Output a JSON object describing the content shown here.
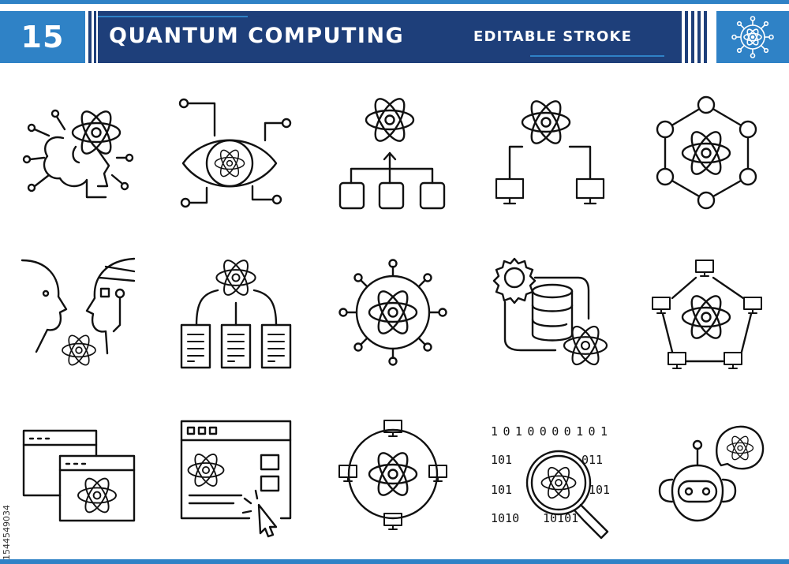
{
  "header": {
    "count": "15",
    "title": "QUANTUM COMPUTING",
    "subtitle": "EDITABLE STROKE"
  },
  "icons": [
    {
      "name": "ai-brain-atom-icon"
    },
    {
      "name": "eye-atom-circuit-icon"
    },
    {
      "name": "atom-hierarchy-icon"
    },
    {
      "name": "atom-network-monitors-icon"
    },
    {
      "name": "atom-node-hexagon-icon"
    },
    {
      "name": "human-robot-atom-icon"
    },
    {
      "name": "atom-data-servers-icon"
    },
    {
      "name": "atom-radial-nodes-icon"
    },
    {
      "name": "gear-database-atom-icon"
    },
    {
      "name": "atom-pentagon-network-icon"
    },
    {
      "name": "browser-windows-atom-icon"
    },
    {
      "name": "web-page-atom-click-icon"
    },
    {
      "name": "atom-monitors-circle-icon"
    },
    {
      "name": "binary-search-atom-icon"
    },
    {
      "name": "robot-chat-atom-icon"
    }
  ],
  "binary": {
    "row1": "1010000101",
    "row2": "101",
    "row2b": "011",
    "row3": "101",
    "row3b": "101",
    "row4": "1010",
    "row4b": "10101"
  },
  "stock_id": "1544549034",
  "colors": {
    "accent": "#2f82c6",
    "navy": "#1e3f7a",
    "stroke": "#111111"
  }
}
